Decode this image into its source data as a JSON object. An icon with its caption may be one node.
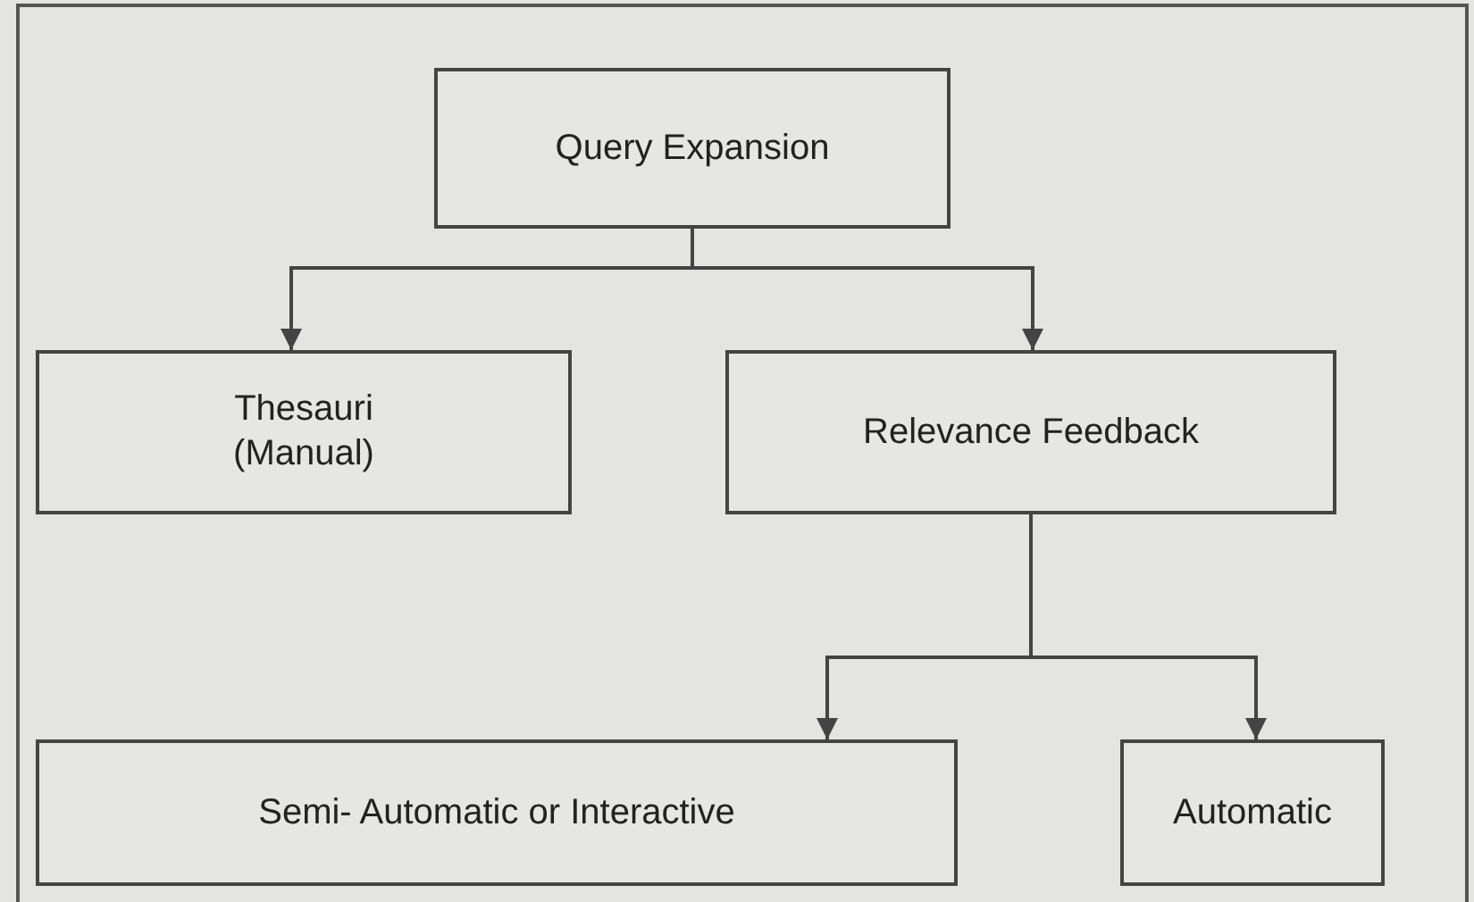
{
  "diagram": {
    "nodes": [
      {
        "text": [
          "Query Expansion"
        ]
      },
      {
        "text": [
          "Thesauri (Manual)"
        ]
      },
      {
        "text": [
          "Relevance Feedback"
        ]
      },
      {
        "text": [
          "Semi- Automatic or Interactive"
        ]
      },
      {
        "text": [
          "Automatic"
        ]
      }
    ],
    "edges": [
      {
        "from": 0,
        "to": 1,
        "arrow": "to"
      },
      {
        "from": 0,
        "to": 2,
        "arrow": "to"
      },
      {
        "from": 2,
        "to": 3,
        "arrow": "to"
      },
      {
        "from": 2,
        "to": 4,
        "arrow": "to"
      }
    ]
  }
}
